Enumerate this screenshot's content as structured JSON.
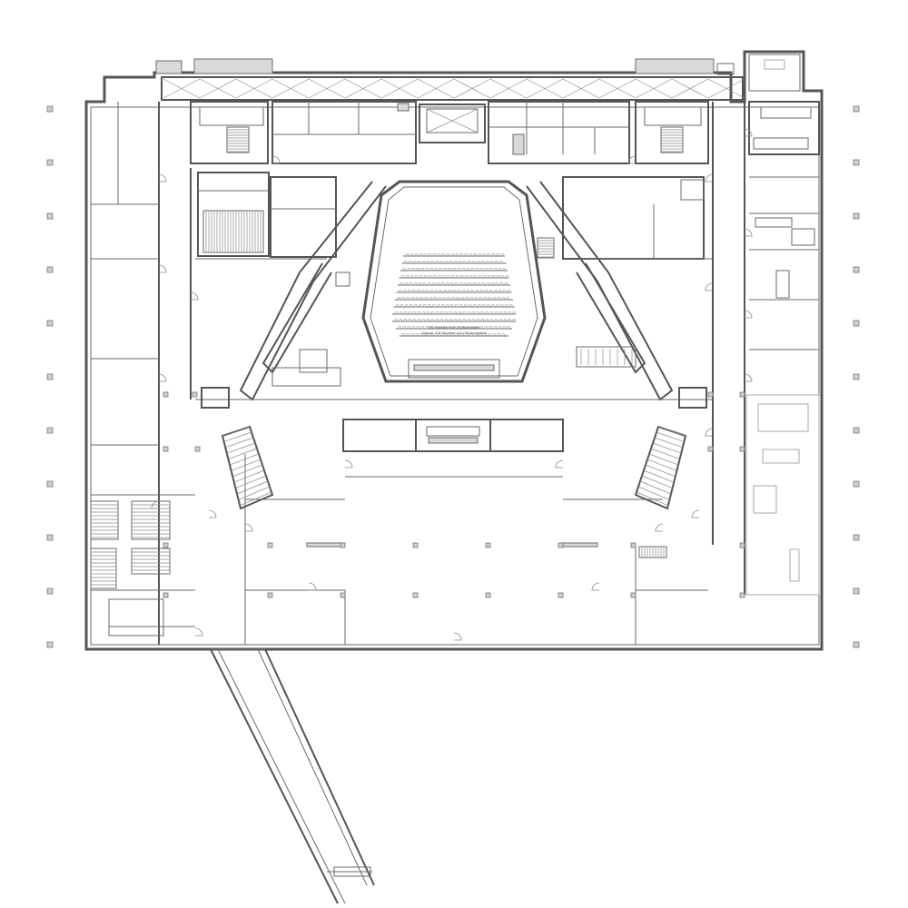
{
  "drawing": {
    "type": "architectural floor plan",
    "auditorium_notes": [
      "396 Sitzplätze und 2 Rollstuhlplätze",
      "Optional: 378 Sitzplätze und 4 Rollstuhlplätze"
    ],
    "grid_column_count_per_side": 11,
    "seating_rows": 12,
    "colors": {
      "line": "#555555",
      "thin_line": "#6a6a6a",
      "hatch": "#8a8a8a",
      "column_fill": "#cfcfcf",
      "background": "#ffffff"
    }
  }
}
